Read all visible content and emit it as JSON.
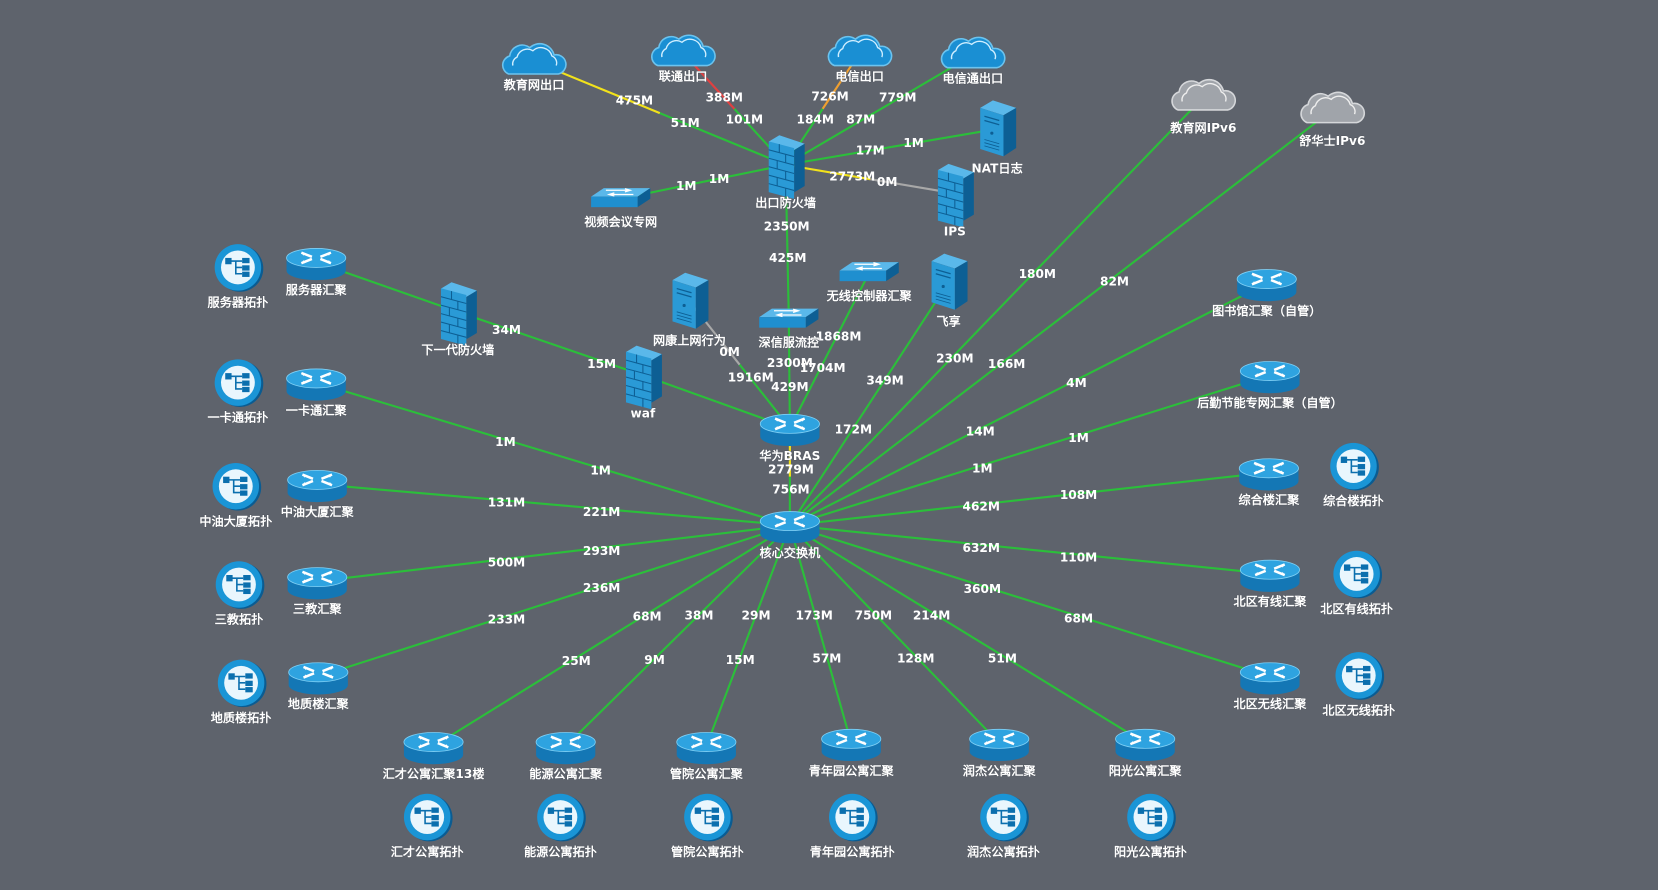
{
  "colors": {
    "background": "#5e636c",
    "link_ok": "#2bbf3a",
    "link_high": "#f2e21b",
    "link_warn": "#f0a030",
    "link_alert": "#e04040",
    "link_idle": "#a8a8a8",
    "device_blue": "#1a8fd3",
    "cloud_gray": "#a0a4aa"
  },
  "nodes": [
    {
      "id": "edu_out",
      "type": "cloud",
      "label": "教育网出口"
    },
    {
      "id": "unicom",
      "type": "cloud",
      "label": "联通出口"
    },
    {
      "id": "telecom",
      "type": "cloud",
      "label": "电信出口"
    },
    {
      "id": "telecom2",
      "type": "cloud",
      "label": "电信通出口"
    },
    {
      "id": "edu_v6",
      "type": "cloud-gray",
      "label": "教育网IPv6"
    },
    {
      "id": "shuhua_v6",
      "type": "cloud-gray",
      "label": "舒华士IPv6"
    },
    {
      "id": "nat",
      "type": "server",
      "label": "NAT日志"
    },
    {
      "id": "fw_out",
      "type": "firewall",
      "label": "出口防火墙"
    },
    {
      "id": "ips",
      "type": "firewall",
      "label": "IPS"
    },
    {
      "id": "video",
      "type": "switch",
      "label": "视频会议专网"
    },
    {
      "id": "sangfor",
      "type": "switch",
      "label": "深信服流控"
    },
    {
      "id": "wlc",
      "type": "switch",
      "label": "无线控制器汇聚"
    },
    {
      "id": "feixiang",
      "type": "server",
      "label": "飞享"
    },
    {
      "id": "netkang",
      "type": "server",
      "label": "网康上网行为"
    },
    {
      "id": "ngfw",
      "type": "firewall",
      "label": "下一代防火墙"
    },
    {
      "id": "waf",
      "type": "firewall",
      "label": "waf"
    },
    {
      "id": "bras",
      "type": "router",
      "label": "华为BRAS"
    },
    {
      "id": "core",
      "type": "router",
      "label": "核心交换机"
    },
    {
      "id": "server_agg",
      "type": "router",
      "label": "服务器汇聚"
    },
    {
      "id": "server_topo",
      "type": "topo",
      "label": "服务器拓扑"
    },
    {
      "id": "card_agg",
      "type": "router",
      "label": "一卡通汇聚"
    },
    {
      "id": "card_topo",
      "type": "topo",
      "label": "一卡通拓扑"
    },
    {
      "id": "zy_agg",
      "type": "router",
      "label": "中油大厦汇聚"
    },
    {
      "id": "zy_topo",
      "type": "topo",
      "label": "中油大厦拓扑"
    },
    {
      "id": "sj_agg",
      "type": "router",
      "label": "三教汇聚"
    },
    {
      "id": "sj_topo",
      "type": "topo",
      "label": "三教拓扑"
    },
    {
      "id": "dz_agg",
      "type": "router",
      "label": "地质楼汇聚"
    },
    {
      "id": "dz_topo",
      "type": "topo",
      "label": "地质楼拓扑"
    },
    {
      "id": "lib_agg",
      "type": "router",
      "label": "图书馆汇聚（自管）"
    },
    {
      "id": "hq_agg",
      "type": "router",
      "label": "后勤节能专网汇聚（自管）"
    },
    {
      "id": "zh_agg",
      "type": "router",
      "label": "综合楼汇聚"
    },
    {
      "id": "zh_topo",
      "type": "topo",
      "label": "综合楼拓扑"
    },
    {
      "id": "bw_agg",
      "type": "router",
      "label": "北区有线汇聚"
    },
    {
      "id": "bw_topo",
      "type": "topo",
      "label": "北区有线拓扑"
    },
    {
      "id": "bx_agg",
      "type": "router",
      "label": "北区无线汇聚"
    },
    {
      "id": "bx_topo",
      "type": "topo",
      "label": "北区无线拓扑"
    },
    {
      "id": "hc_agg",
      "type": "router",
      "label": "汇才公寓汇聚13楼"
    },
    {
      "id": "hc_topo",
      "type": "topo",
      "label": "汇才公寓拓扑"
    },
    {
      "id": "ny_agg",
      "type": "router",
      "label": "能源公寓汇聚"
    },
    {
      "id": "ny_topo",
      "type": "topo",
      "label": "能源公寓拓扑"
    },
    {
      "id": "gy_agg",
      "type": "router",
      "label": "管院公寓汇聚"
    },
    {
      "id": "gy_topo",
      "type": "topo",
      "label": "管院公寓拓扑"
    },
    {
      "id": "qn_agg",
      "type": "router",
      "label": "青年园公寓汇聚"
    },
    {
      "id": "qn_topo",
      "type": "topo",
      "label": "青年园公寓拓扑"
    },
    {
      "id": "rj_agg",
      "type": "router",
      "label": "润杰公寓汇聚"
    },
    {
      "id": "rj_topo",
      "type": "topo",
      "label": "润杰公寓拓扑"
    },
    {
      "id": "yg_agg",
      "type": "router",
      "label": "阳光公寓汇聚"
    },
    {
      "id": "yg_topo",
      "type": "topo",
      "label": "阳光公寓拓扑"
    }
  ],
  "links": [
    {
      "from": "edu_out",
      "to": "fw_out",
      "colors": [
        "#f2e21b",
        "#2bbf3a"
      ],
      "labels": [
        "475M",
        "51M"
      ]
    },
    {
      "from": "unicom",
      "to": "fw_out",
      "colors": [
        "#e04040",
        "#2bbf3a"
      ],
      "labels": [
        "388M",
        "101M"
      ]
    },
    {
      "from": "telecom",
      "to": "fw_out",
      "colors": [
        "#f0a030",
        "#2bbf3a"
      ],
      "labels": [
        "726M",
        "184M"
      ]
    },
    {
      "from": "telecom2",
      "to": "fw_out",
      "colors": [
        "#2bbf3a",
        "#2bbf3a"
      ],
      "labels": [
        "779M",
        "87M"
      ]
    },
    {
      "from": "nat",
      "to": "fw_out",
      "colors": [
        "#2bbf3a",
        "#2bbf3a"
      ],
      "labels": [
        "1M",
        "17M"
      ]
    },
    {
      "from": "ips",
      "to": "fw_out",
      "colors": [
        "#a8a8a8",
        "#f2e21b"
      ],
      "labels": [
        "0M",
        "2773M"
      ]
    },
    {
      "from": "video",
      "to": "fw_out",
      "colors": [
        "#2bbf3a",
        "#2bbf3a"
      ],
      "labels": [
        "1M",
        "1M"
      ]
    },
    {
      "from": "fw_out",
      "to": "sangfor",
      "colors": [
        "#2bbf3a",
        "#2bbf3a"
      ],
      "labels": [
        "2350M",
        "425M"
      ]
    },
    {
      "from": "sangfor",
      "to": "bras",
      "colors": [
        "#2bbf3a",
        "#2bbf3a"
      ],
      "labels": [
        "2300M",
        "429M"
      ]
    },
    {
      "from": "wlc",
      "to": "bras",
      "colors": [
        "#2bbf3a",
        "#2bbf3a"
      ],
      "labels": [
        "1868M",
        "1704M"
      ]
    },
    {
      "from": "netkang",
      "to": "bras",
      "colors": [
        "#a8a8a8",
        "#2bbf3a"
      ],
      "labels": [
        "0M",
        "1916M"
      ]
    },
    {
      "from": "server_agg",
      "to": "ngfw",
      "colors": [
        "#2bbf3a",
        "#2bbf3a"
      ],
      "labels": [
        "",
        ""
      ]
    },
    {
      "from": "ngfw",
      "to": "waf",
      "colors": [
        "#2bbf3a",
        "#2bbf3a"
      ],
      "labels": [
        "34M",
        "15M"
      ]
    },
    {
      "from": "waf",
      "to": "bras",
      "colors": [
        "#2bbf3a",
        "#2bbf3a"
      ],
      "labels": [
        "",
        ""
      ]
    },
    {
      "from": "bras",
      "to": "core",
      "colors": [
        "#f2e21b",
        "#2bbf3a"
      ],
      "labels": [
        "2779M",
        "756M"
      ]
    },
    {
      "from": "feixiang",
      "to": "core",
      "colors": [
        "#2bbf3a",
        "#2bbf3a"
      ],
      "labels": [
        "349M",
        "172M"
      ]
    },
    {
      "from": "edu_v6",
      "to": "core",
      "colors": [
        "#2bbf3a",
        "#2bbf3a"
      ],
      "labels": [
        "180M",
        "230M"
      ]
    },
    {
      "from": "shuhua_v6",
      "to": "core",
      "colors": [
        "#2bbf3a",
        "#2bbf3a"
      ],
      "labels": [
        "82M",
        "166M"
      ]
    },
    {
      "from": "lib_agg",
      "to": "core",
      "colors": [
        "#2bbf3a",
        "#2bbf3a"
      ],
      "labels": [
        "4M",
        "14M"
      ]
    },
    {
      "from": "hq_agg",
      "to": "core",
      "colors": [
        "#2bbf3a",
        "#2bbf3a"
      ],
      "labels": [
        "1M",
        "1M"
      ]
    },
    {
      "from": "zh_agg",
      "to": "core",
      "colors": [
        "#2bbf3a",
        "#2bbf3a"
      ],
      "labels": [
        "108M",
        "462M"
      ]
    },
    {
      "from": "bw_agg",
      "to": "core",
      "colors": [
        "#2bbf3a",
        "#2bbf3a"
      ],
      "labels": [
        "110M",
        "632M"
      ]
    },
    {
      "from": "bx_agg",
      "to": "core",
      "colors": [
        "#2bbf3a",
        "#2bbf3a"
      ],
      "labels": [
        "68M",
        "360M"
      ]
    },
    {
      "from": "card_agg",
      "to": "core",
      "colors": [
        "#2bbf3a",
        "#2bbf3a"
      ],
      "labels": [
        "1M",
        "1M"
      ]
    },
    {
      "from": "zy_agg",
      "to": "core",
      "colors": [
        "#2bbf3a",
        "#2bbf3a"
      ],
      "labels": [
        "131M",
        "221M"
      ]
    },
    {
      "from": "sj_agg",
      "to": "core",
      "colors": [
        "#2bbf3a",
        "#2bbf3a"
      ],
      "labels": [
        "500M",
        "293M"
      ]
    },
    {
      "from": "dz_agg",
      "to": "core",
      "colors": [
        "#2bbf3a",
        "#2bbf3a"
      ],
      "labels": [
        "233M",
        "236M"
      ]
    },
    {
      "from": "hc_agg",
      "to": "core",
      "colors": [
        "#2bbf3a",
        "#2bbf3a"
      ],
      "labels": [
        "25M",
        "68M"
      ]
    },
    {
      "from": "ny_agg",
      "to": "core",
      "colors": [
        "#2bbf3a",
        "#2bbf3a"
      ],
      "labels": [
        "9M",
        "38M"
      ]
    },
    {
      "from": "gy_agg",
      "to": "core",
      "colors": [
        "#2bbf3a",
        "#2bbf3a"
      ],
      "labels": [
        "15M",
        "29M"
      ]
    },
    {
      "from": "qn_agg",
      "to": "core",
      "colors": [
        "#2bbf3a",
        "#2bbf3a"
      ],
      "labels": [
        "57M",
        "173M"
      ]
    },
    {
      "from": "rj_agg",
      "to": "core",
      "colors": [
        "#2bbf3a",
        "#2bbf3a"
      ],
      "labels": [
        "128M",
        "750M"
      ]
    },
    {
      "from": "yg_agg",
      "to": "core",
      "colors": [
        "#2bbf3a",
        "#2bbf3a"
      ],
      "labels": [
        "51M",
        "214M"
      ]
    }
  ]
}
